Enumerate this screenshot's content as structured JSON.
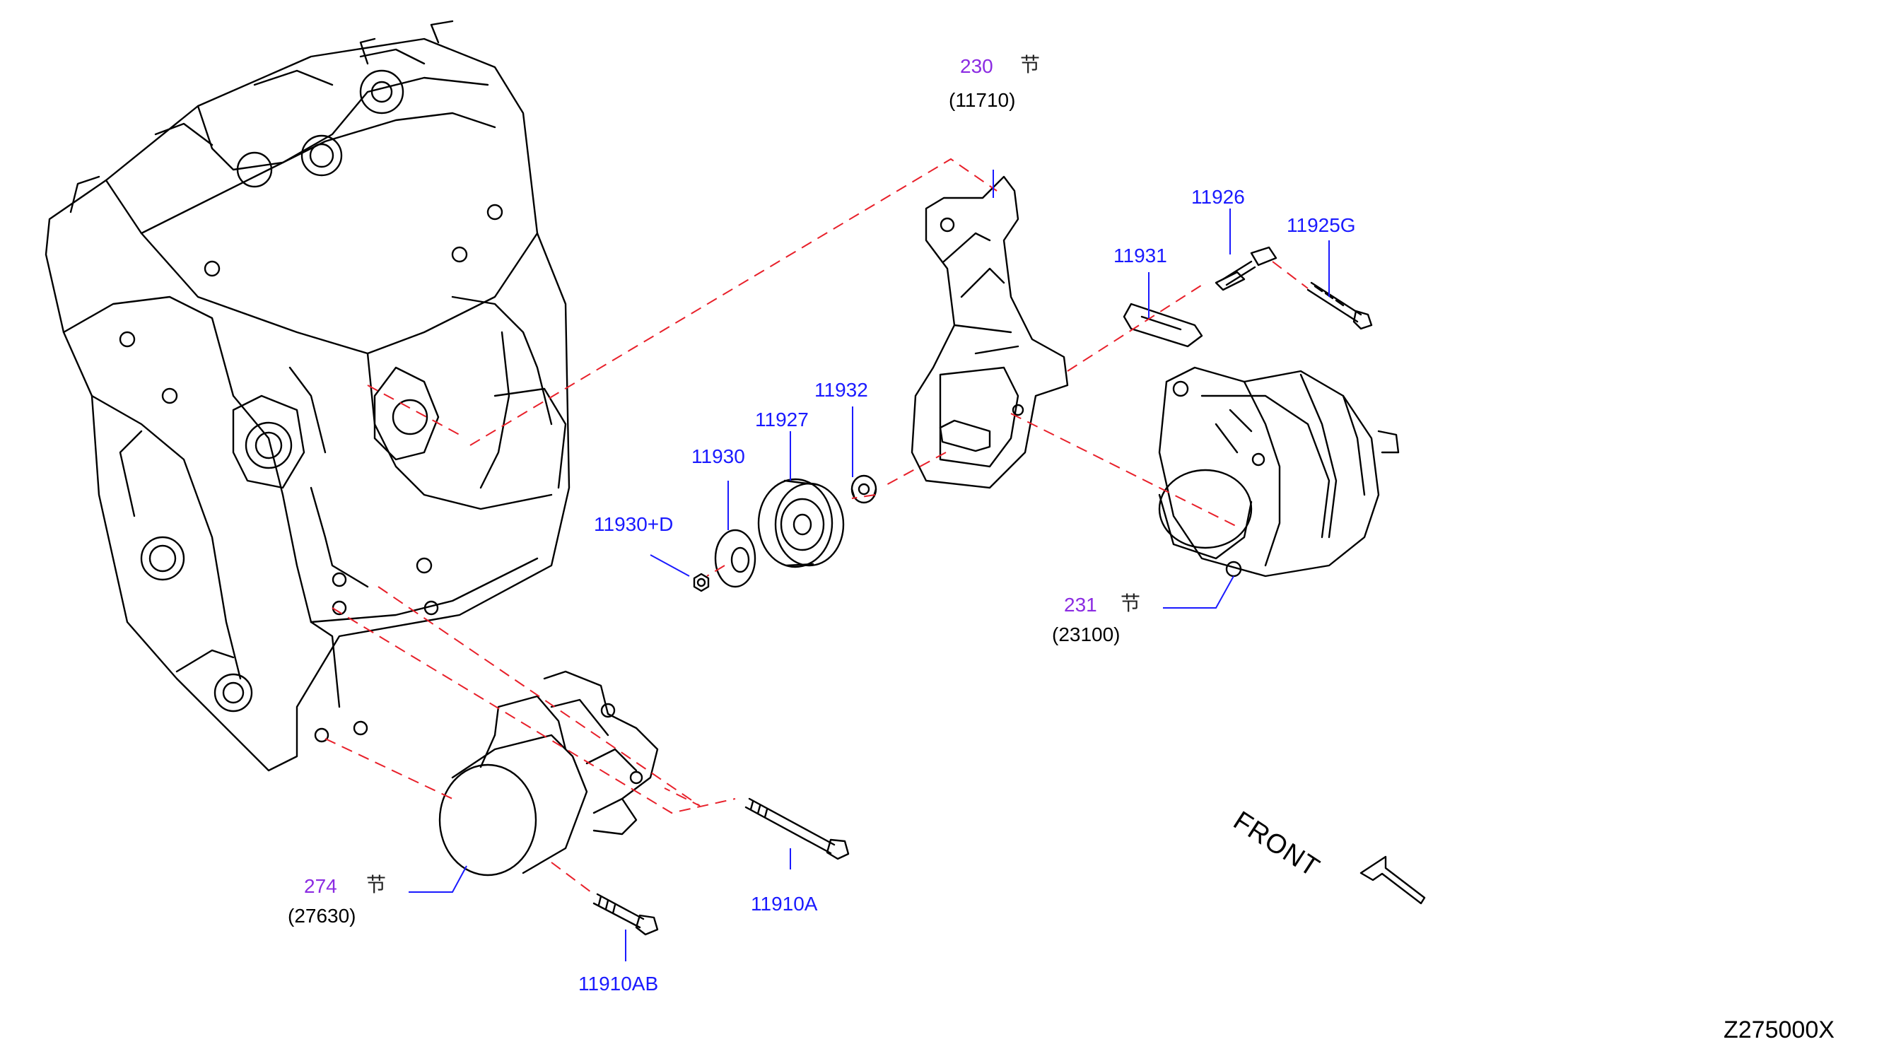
{
  "diagram": {
    "part_numbers": {
      "p11926": "11926",
      "p11925g": "11925G",
      "p11931": "11931",
      "p11932": "11932",
      "p11927": "11927",
      "p11930": "11930",
      "p11930d": "11930+D",
      "p11910a": "11910A",
      "p11910ab": "11910AB"
    },
    "sections": {
      "s230": {
        "num": "230",
        "mark": "节",
        "part": "(11710)"
      },
      "s231": {
        "num": "231",
        "mark": "节",
        "part": "(23100)"
      },
      "s274": {
        "num": "274",
        "mark": "节",
        "part": "(27630)"
      }
    },
    "front_label": "FRONT",
    "diagram_code": "Z275000X",
    "colors": {
      "part_number": "#1a1aff",
      "section_number": "#8b2be2",
      "dashed_line": "#e8202a",
      "drawing": "#000000"
    }
  }
}
